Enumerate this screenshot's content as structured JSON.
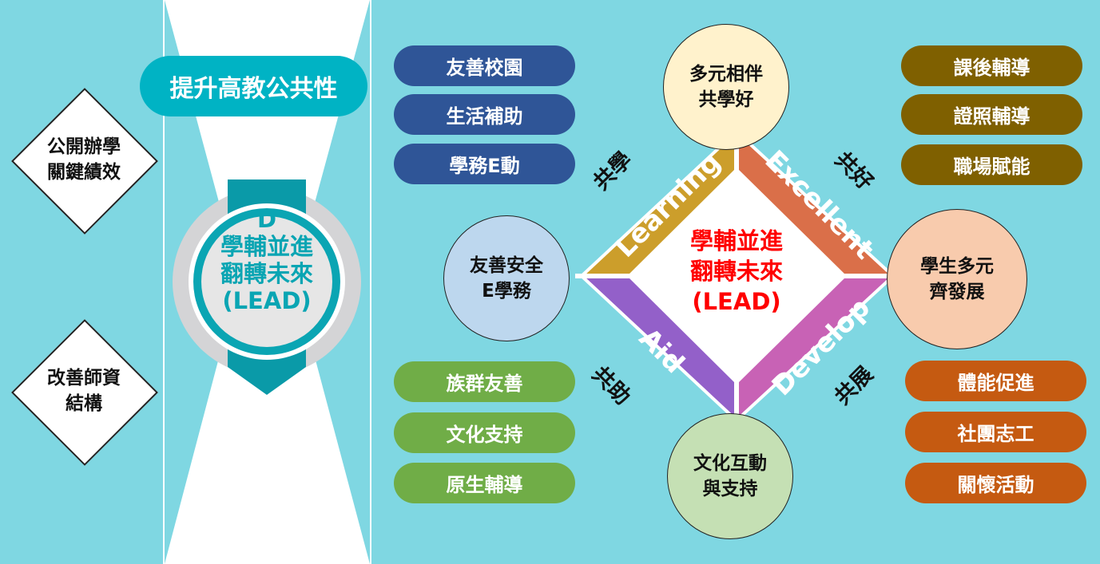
{
  "kpis": [
    {
      "line1": "公開辦學",
      "line2": "關鍵績效"
    },
    {
      "line1": "改善師資",
      "line2": "結構"
    }
  ],
  "banner": "提升高教公共性",
  "badge": {
    "letter": "D",
    "line1": "學輔並進",
    "line2": "翻轉未來",
    "line3": "(LEAD)"
  },
  "center": {
    "line1": "學輔並進",
    "line2": "翻轉未來",
    "line3": "(LEAD)"
  },
  "bands": {
    "learning": "Learning",
    "excellent": "Excellent",
    "aid": "Aid",
    "develop": "Develop"
  },
  "diag_labels": {
    "learn": "共學",
    "good": "共好",
    "help": "共助",
    "grow": "共展"
  },
  "circles": {
    "top": {
      "line1": "多元相伴",
      "line2": "共學好"
    },
    "left": {
      "line1": "友善安全",
      "line2": "E學務"
    },
    "right": {
      "line1": "學生多元",
      "line2": "齊發展"
    },
    "bottom": {
      "line1": "文化互動",
      "line2": "與支持"
    }
  },
  "pills": {
    "blue": [
      "友善校園",
      "生活補助",
      "學務E動"
    ],
    "brown": [
      "課後輔導",
      "證照輔導",
      "職場賦能"
    ],
    "green": [
      "族群友善",
      "文化支持",
      "原生輔導"
    ],
    "orange": [
      "體能促進",
      "社團志工",
      "關懷活動"
    ]
  },
  "colors": {
    "bg": "#7fd7e2",
    "teal": "#00b3c4",
    "blue": "#2f5597",
    "brown": "#7f6000",
    "green": "#70ad47",
    "orange": "#c55a11",
    "learning": "#cc9e2b",
    "excellent": "#da6f49",
    "aid": "#9360c9",
    "develop": "#c862b5",
    "center_text": "#ff0000"
  }
}
